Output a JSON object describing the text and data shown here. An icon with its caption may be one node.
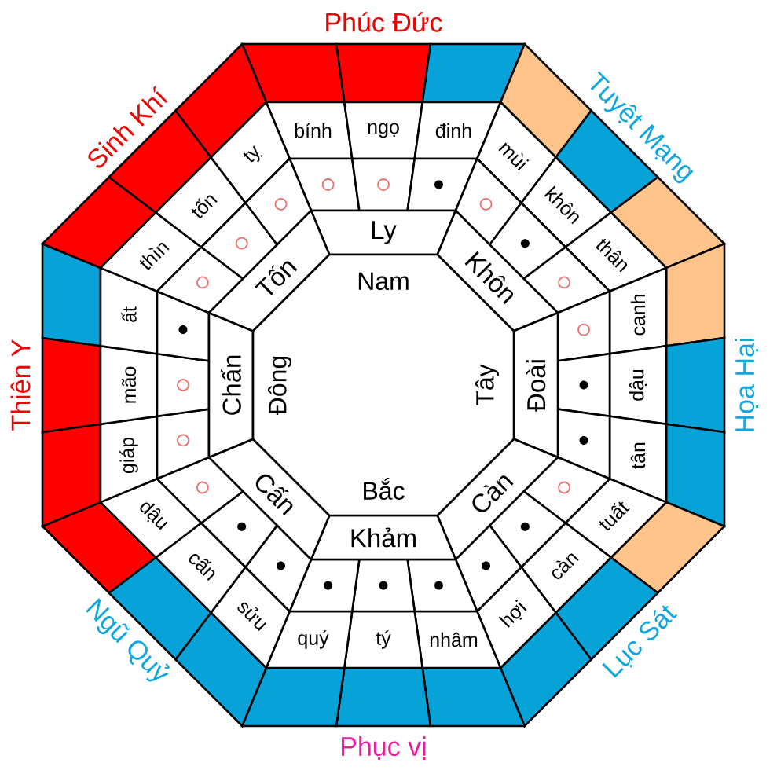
{
  "diagram": {
    "nodes": [
      {
        "text": [],
        "shape": "box"
      },
      {
        "text": [],
        "shape": "box"
      },
      {
        "text": [],
        "shape": "box"
      },
      {
        "text": [],
        "shape": "box"
      },
      {
        "text": [],
        "shape": "box"
      },
      {
        "text": [],
        "shape": "box"
      },
      {
        "text": [],
        "shape": "box"
      },
      {
        "text": [],
        "shape": "box"
      },
      {
        "text": [],
        "shape": "box"
      },
      {
        "text": [],
        "shape": "box"
      },
      {
        "text": [],
        "shape": "box"
      },
      {
        "text": [],
        "shape": "box"
      },
      {
        "text": [],
        "shape": "box"
      },
      {
        "text": [],
        "shape": "box"
      },
      {
        "text": [],
        "shape": "box"
      },
      {
        "text": [],
        "shape": "box"
      },
      {
        "text": [],
        "shape": "box"
      },
      {
        "text": [],
        "shape": "box"
      },
      {
        "text": [],
        "shape": "box"
      },
      {
        "text": [],
        "shape": "box"
      },
      {
        "text": [],
        "shape": "box"
      },
      {
        "text": [],
        "shape": "box"
      },
      {
        "text": [],
        "shape": "box"
      },
      {
        "text": [],
        "shape": "box"
      },
      {
        "text": [
          "bính"
        ]
      },
      {
        "text": [
          "ngọ"
        ]
      },
      {
        "text": [
          "đinh"
        ]
      },
      {
        "text": [
          "mùi"
        ]
      },
      {
        "text": [
          "khôn"
        ]
      },
      {
        "text": [
          "thân"
        ]
      },
      {
        "text": [
          "canh"
        ]
      },
      {
        "text": [
          "dậu"
        ]
      },
      {
        "text": [
          "tân"
        ]
      },
      {
        "text": [
          "tuất"
        ]
      },
      {
        "text": [
          "càn"
        ]
      },
      {
        "text": [
          "hợi"
        ]
      },
      {
        "text": [
          "nhâm"
        ]
      },
      {
        "text": [
          "tý"
        ]
      },
      {
        "text": [
          "quý"
        ]
      },
      {
        "text": [
          "sửu"
        ]
      },
      {
        "text": [
          "cấn"
        ]
      },
      {
        "text": [
          "dậu"
        ]
      },
      {
        "text": [
          "giáp"
        ]
      },
      {
        "text": [
          "mão"
        ]
      },
      {
        "text": [
          "ất"
        ]
      },
      {
        "text": [
          "thìn"
        ]
      },
      {
        "text": [
          "tốn"
        ]
      },
      {
        "text": [
          "tỵ"
        ]
      },
      {
        "text": [],
        "shape": "box"
      },
      {
        "text": [],
        "shape": "circle",
        "in": 48
      },
      {
        "text": [],
        "shape": "box"
      },
      {
        "text": [],
        "shape": "circle",
        "in": 50
      },
      {
        "text": [],
        "shape": "box"
      },
      {
        "text": [],
        "shape": "dot",
        "in": 52
      },
      {
        "text": [],
        "shape": "box"
      },
      {
        "text": [],
        "shape": "circle",
        "in": 54
      },
      {
        "text": [],
        "shape": "diamond"
      },
      {
        "text": [],
        "shape": "dot",
        "in": 56
      },
      {
        "text": [],
        "shape": "box"
      },
      {
        "text": [],
        "shape": "circle",
        "in": 58
      },
      {
        "text": [],
        "shape": "box"
      },
      {
        "text": [],
        "shape": "circle",
        "in": 60
      },
      {
        "text": [],
        "shape": "box"
      },
      {
        "text": [],
        "shape": "dot",
        "in": 62
      },
      {
        "text": [],
        "shape": "box"
      },
      {
        "text": [],
        "shape": "dot",
        "in": 64
      },
      {
        "text": [],
        "shape": "box"
      },
      {
        "text": [],
        "shape": "circle",
        "in": 66
      },
      {
        "text": [],
        "shape": "diamond"
      },
      {
        "text": [],
        "shape": "dot",
        "in": 68
      },
      {
        "text": [],
        "shape": "box"
      },
      {
        "text": [],
        "shape": "dot",
        "in": 70
      },
      {
        "text": [],
        "shape": "box"
      },
      {
        "text": [],
        "shape": "dot",
        "in": 72
      },
      {
        "text": [],
        "shape": "box"
      },
      {
        "text": [],
        "shape": "dot",
        "in": 74
      },
      {
        "text": [],
        "shape": "box"
      },
      {
        "text": [],
        "shape": "dot",
        "in": 76
      },
      {
        "text": [],
        "shape": "box"
      },
      {
        "text": [],
        "shape": "dot",
        "in": 78
      },
      {
        "text": [],
        "shape": "diamond"
      },
      {
        "text": [],
        "shape": "dot",
        "in": 80
      },
      {
        "text": [],
        "shape": "box"
      },
      {
        "text": [],
        "shape": "circle",
        "in": 82
      },
      {
        "text": [],
        "shape": "box"
      },
      {
        "text": [],
        "shape": "circle",
        "in": 84
      },
      {
        "text": [],
        "shape": "box"
      },
      {
        "text": [],
        "shape": "circle",
        "in": 86
      },
      {
        "text": [],
        "shape": "box"
      },
      {
        "text": [],
        "shape": "dot",
        "in": 88
      },
      {
        "text": [],
        "shape": "box"
      },
      {
        "text": [],
        "shape": "circle",
        "in": 90
      },
      {
        "text": [],
        "shape": "diamond"
      },
      {
        "text": [],
        "shape": "circle",
        "in": 92
      },
      {
        "text": [],
        "shape": "box"
      },
      {
        "text": [],
        "shape": "circle",
        "in": 94
      },
      {
        "text": [
          "Ly"
        ]
      },
      {
        "text": [
          "Khôn"
        ]
      },
      {
        "text": [
          "Đoài"
        ]
      },
      {
        "text": [
          "Càn"
        ]
      },
      {
        "text": [
          "Khảm"
        ]
      },
      {
        "text": [
          "Cấn"
        ]
      },
      {
        "text": [
          "Chấn"
        ]
      },
      {
        "text": [
          "Tốn"
        ]
      },
      {
        "text": [
          "Nam",
          "Đông",
          "Tây",
          "Bắc"
        ]
      }
    ],
    "labels": [
      "Phúc Đức",
      "Tuyệt Mạng",
      "Họa Hại",
      "Lục Sát",
      "Phục vị",
      "Ngũ Quỷ",
      "Thiên Y",
      "Sinh Khí"
    ]
  }
}
